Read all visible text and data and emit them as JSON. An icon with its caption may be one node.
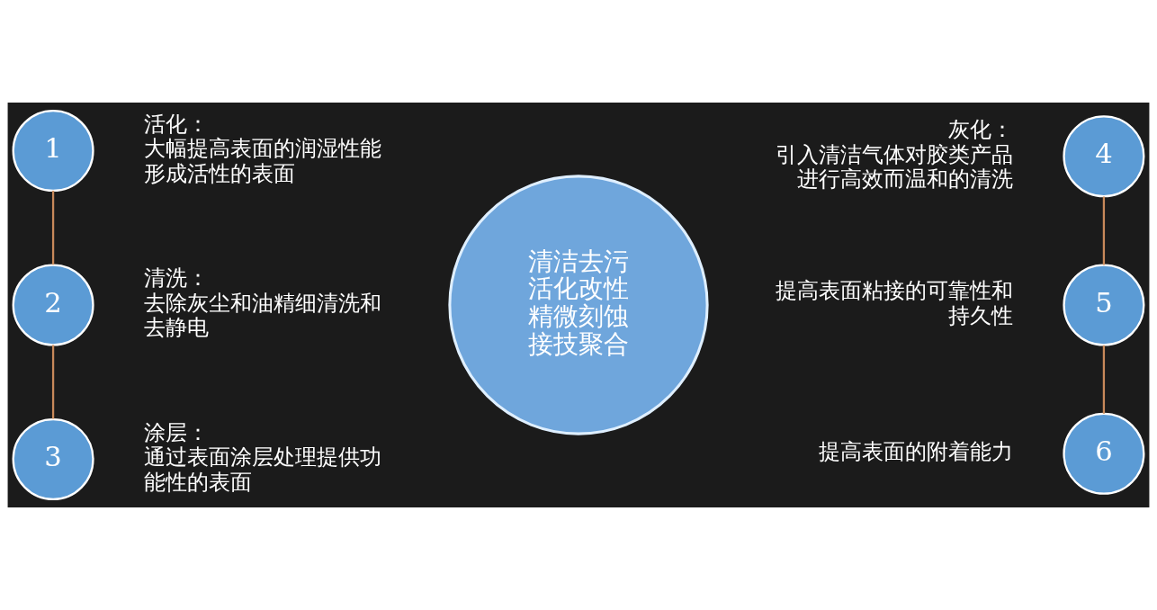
{
  "diagram": {
    "nodes": [
      {
        "text": [
          "清洁去污",
          "活化改性",
          "精微刻蚀",
          "接技聚合"
        ]
      },
      {
        "text": [
          "1"
        ],
        "beside": [
          "活化：",
          "大幅提高表面的润湿性能形成活性的表面"
        ]
      },
      {
        "text": [
          "2"
        ],
        "beside": [
          "清洗：",
          "去除灰尘和油精细清洗和去静电"
        ]
      },
      {
        "text": [
          "3"
        ],
        "beside": [
          "涂层：",
          "通过表面涂层处理提供功能性的表面"
        ]
      },
      {
        "text": [
          "4"
        ],
        "beside": [
          "灰化：",
          "引入清洁气体对胶类产品进行高效而温和的清洗"
        ]
      },
      {
        "text": [
          "5"
        ],
        "beside": [
          "提高表面粘接的可靠性和持久性"
        ]
      },
      {
        "text": [
          "6"
        ],
        "beside": [
          "提高表面的附着能力"
        ]
      }
    ],
    "edges": [
      {
        "from": 1,
        "to": 2,
        "arrow": "none",
        "color": "#c8895a"
      },
      {
        "from": 2,
        "to": 3,
        "arrow": "none",
        "color": "#c8895a"
      },
      {
        "from": 4,
        "to": 5,
        "arrow": "none",
        "color": "#c8895a"
      },
      {
        "from": 5,
        "to": 6,
        "arrow": "none",
        "color": "#c8895a"
      }
    ]
  }
}
